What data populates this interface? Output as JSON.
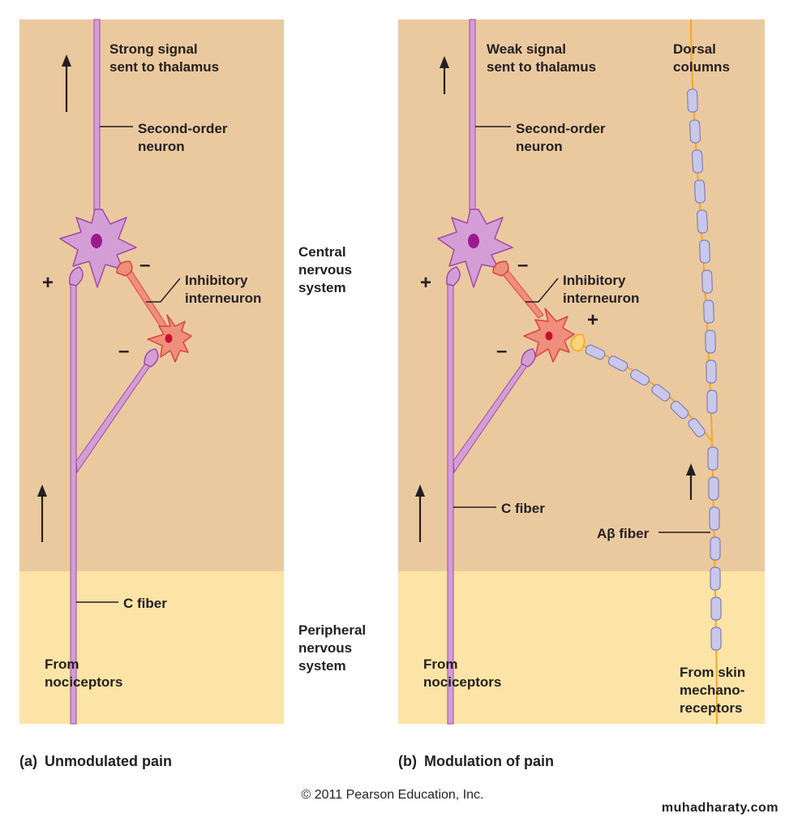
{
  "panel_a": {
    "label_strong_signal": [
      "Strong signal",
      "sent to thalamus"
    ],
    "label_second_order": [
      "Second-order",
      "neuron"
    ],
    "label_inhibitory": [
      "Inhibitory",
      "interneuron"
    ],
    "label_c_fiber": "C fiber",
    "label_from": [
      "From",
      "nociceptors"
    ],
    "sign_plus": "+",
    "sign_minus_1": "–",
    "sign_minus_2": "–",
    "caption_letter": "(a)",
    "caption_text": "Unmodulated pain"
  },
  "panel_b": {
    "label_weak_signal": [
      "Weak signal",
      "sent to thalamus"
    ],
    "label_dorsal": [
      "Dorsal",
      "columns"
    ],
    "label_second_order": [
      "Second-order",
      "neuron"
    ],
    "label_inhibitory": [
      "Inhibitory",
      "interneuron"
    ],
    "label_c_fiber": "C fiber",
    "label_ab_fiber": "Aβ fiber",
    "label_from_noci": [
      "From",
      "nociceptors"
    ],
    "label_from_skin": [
      "From skin",
      "mechano-",
      "receptors"
    ],
    "sign_plus_1": "+",
    "sign_plus_2": "+",
    "sign_minus_1": "–",
    "sign_minus_2": "–",
    "caption_letter": "(b)",
    "caption_text": "Modulation of pain"
  },
  "middle": {
    "central": [
      "Central",
      "nervous",
      "system"
    ],
    "peripheral": [
      "Peripheral",
      "nervous",
      "system"
    ]
  },
  "copyright": "© 2011 Pearson Education, Inc.",
  "watermark": "muhadharaty.com",
  "colors": {
    "cns_tan": "#ebc99f",
    "pns_yellow": "#fbe4a6",
    "neuron_purple": "#d39ed6",
    "neuron_outline": "#a24aa6",
    "nucleus_purple": "#9b1b8e",
    "interneuron_red": "#f08e7c",
    "interneuron_outline": "#d9453a",
    "nucleus_red": "#c8102e",
    "myelin": "#c9c8ea",
    "myelin_outline": "#7f7fb8",
    "axon_orange": "#f5a623"
  }
}
